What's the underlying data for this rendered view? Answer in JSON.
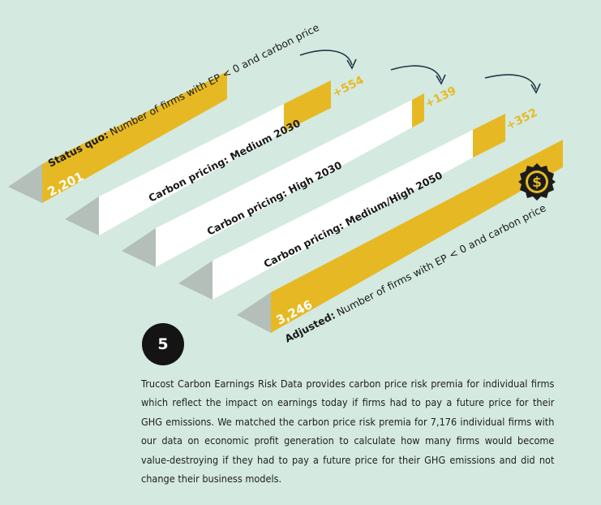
{
  "colors": {
    "background": "#d4e9e0",
    "yellow": "#e6b924",
    "white": "#ffffff",
    "shadow": "#b4bfba",
    "dark": "#141414"
  },
  "bars": [
    {
      "id": "status-quo",
      "label_bold": "Status quo:",
      "label_rest": " Number of firms with EP < 0 and carbon price",
      "value": "2,201",
      "delta": ""
    },
    {
      "id": "medium-2030",
      "label_bold": "Carbon pricing: Medium 2030",
      "label_rest": "",
      "value": "",
      "delta": "+554"
    },
    {
      "id": "high-2030",
      "label_bold": "Carbon pricing: High 2030",
      "label_rest": "",
      "value": "",
      "delta": "+139"
    },
    {
      "id": "medium-high-2050",
      "label_bold": "Carbon pricing: Medium/High 2050",
      "label_rest": "",
      "value": "",
      "delta": "+352"
    },
    {
      "id": "adjusted",
      "label_bold": "Adjusted:",
      "label_rest": " Number of firms with EP < 0 and carbon price",
      "value": "3,246",
      "delta": ""
    }
  ],
  "icons": {
    "badge": "dollar-seal-icon",
    "arrow": "curved-arrow-icon"
  },
  "step_number": "5",
  "description": "Trucost Carbon Earnings Risk Data provides carbon price risk premia for individual firms which reflect the impact on earnings today if firms had to pay a future price for their GHG emissions. We matched the carbon price risk premia for 7,176 individual firms with our data on economic profit generation to calculate how many firms would become value-destroying if they had to pay a future price for their GHG emissions and did not change their business models."
}
